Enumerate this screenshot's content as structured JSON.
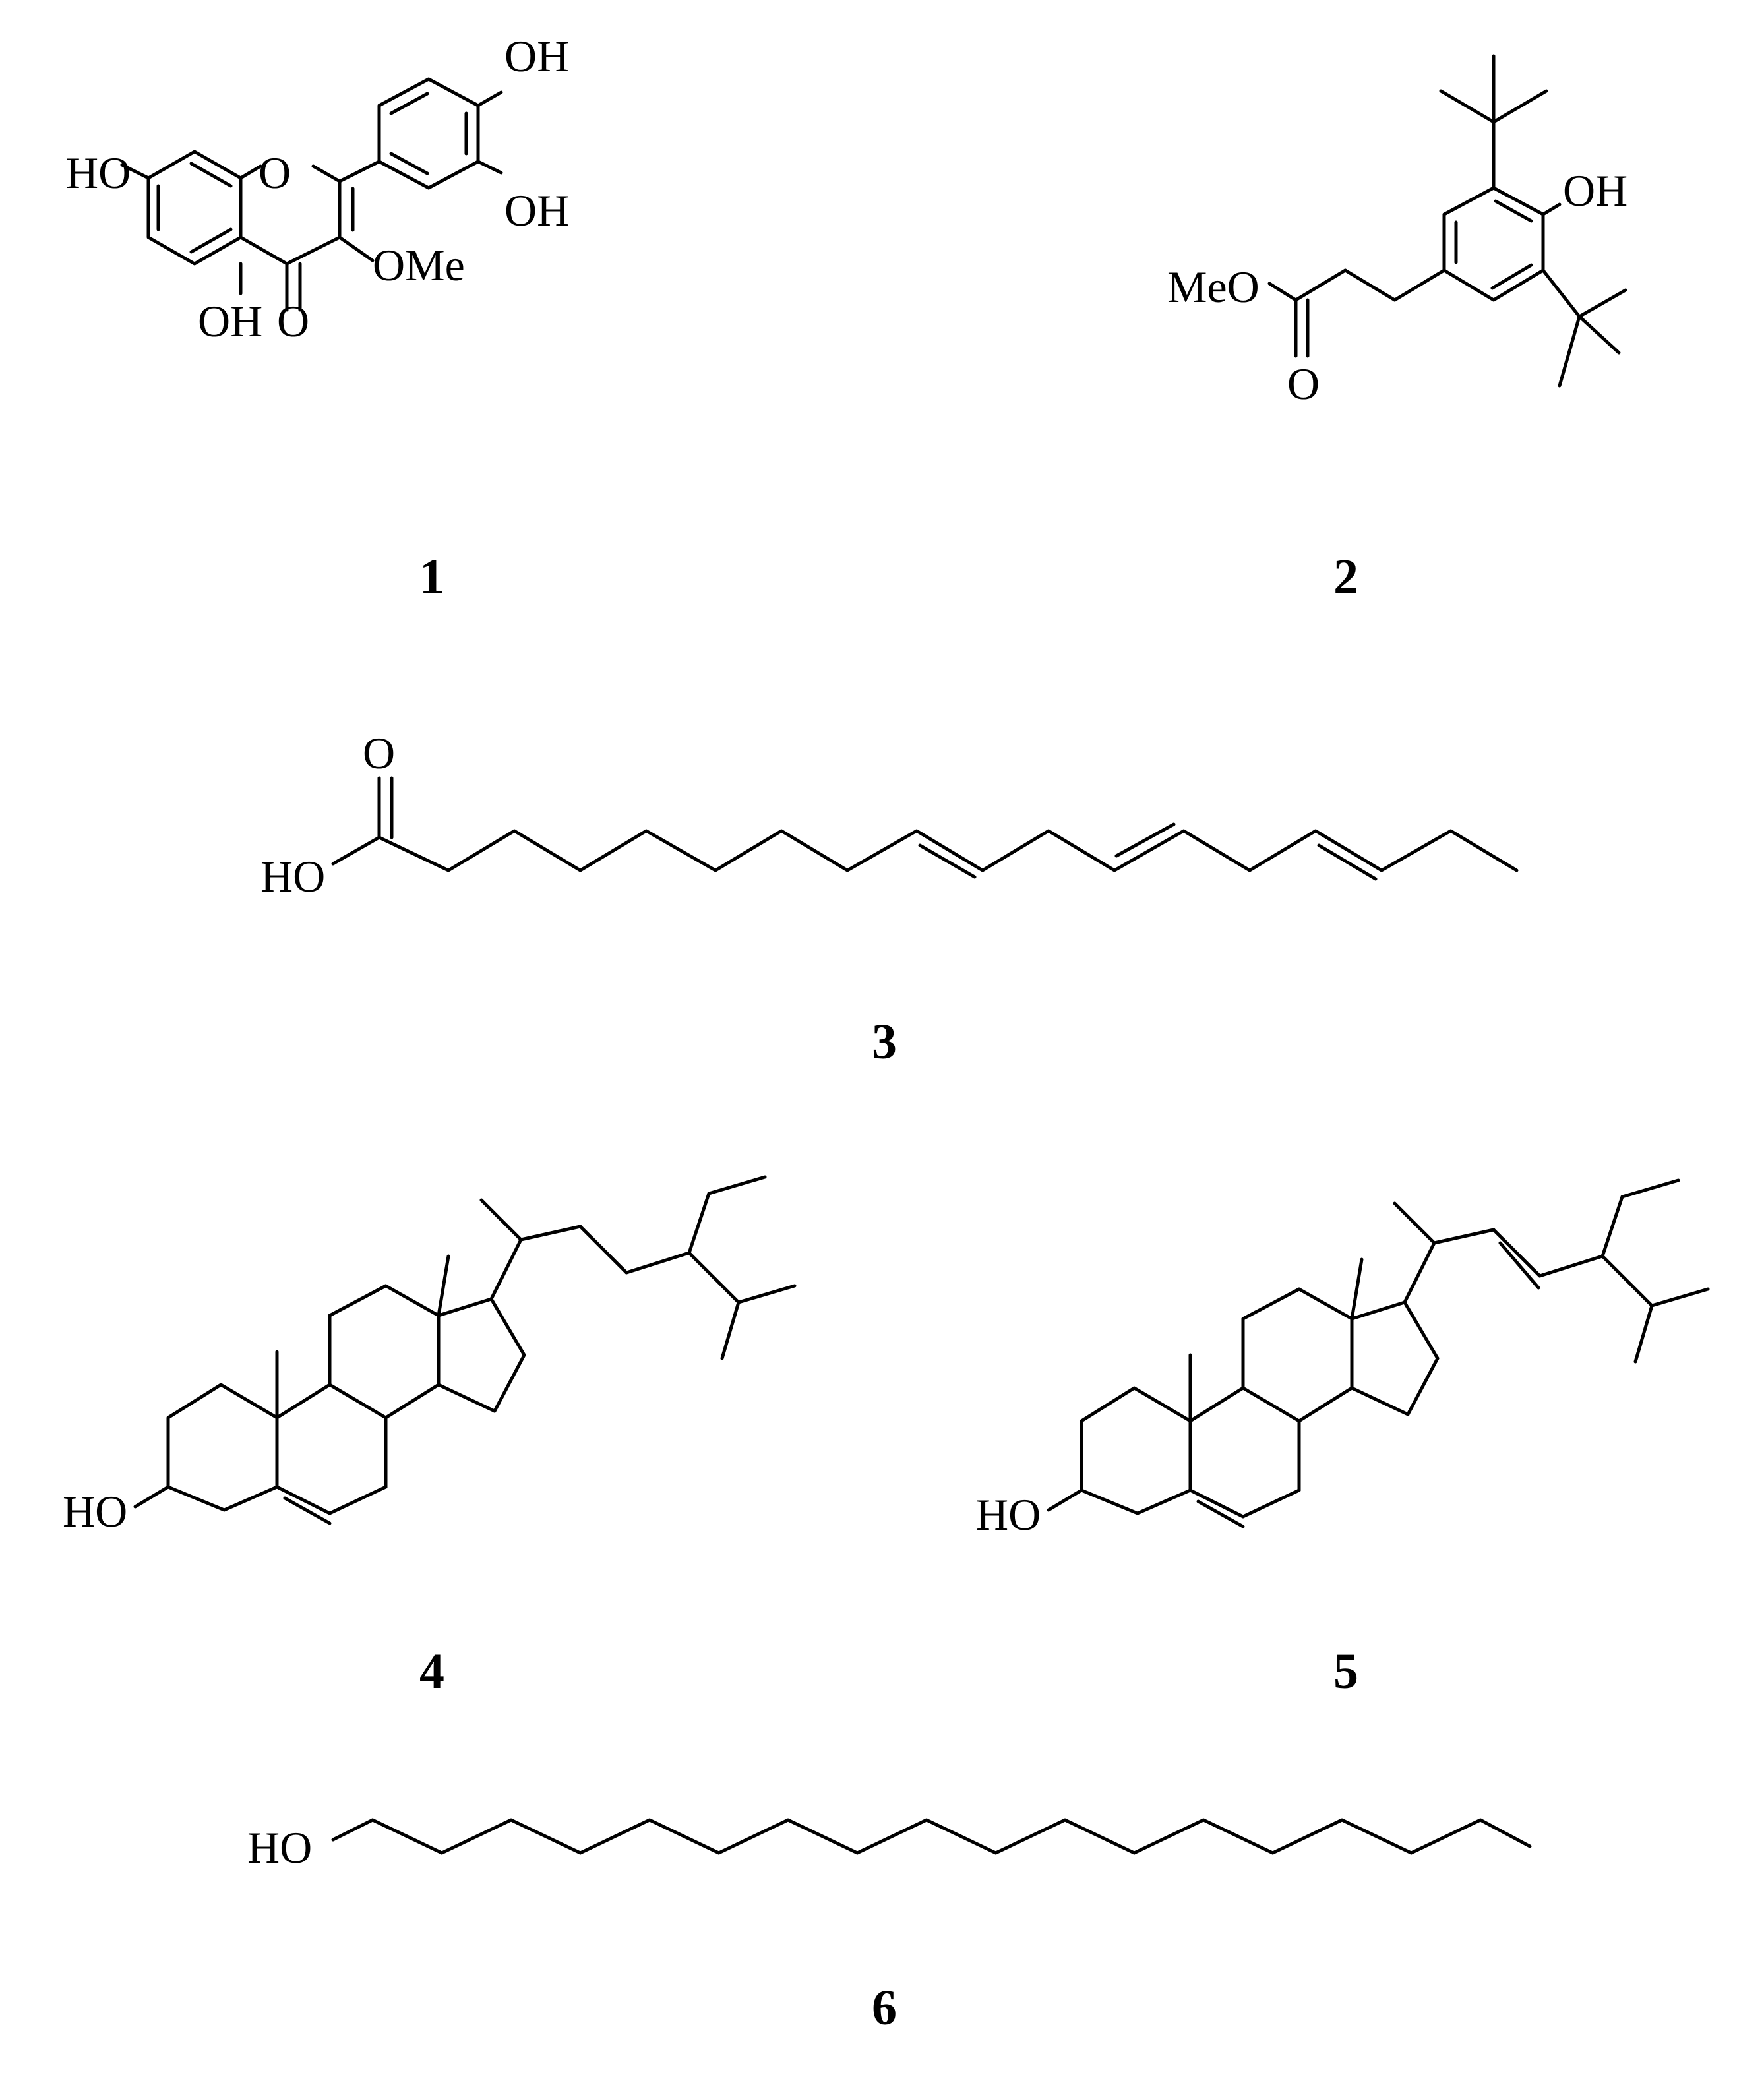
{
  "compounds": [
    {
      "label": "1",
      "atoms": {
        "ho_7": "HO",
        "oh_4p": "OH",
        "oh_3p": "OH",
        "ring_o": "O",
        "ome": "OMe",
        "oh_5": "OH",
        "keto_o": "O"
      }
    },
    {
      "label": "2",
      "atoms": {
        "oh": "OH",
        "meo": "MeO",
        "carbonyl_o": "O"
      }
    },
    {
      "label": "3",
      "atoms": {
        "carbonyl_o": "O",
        "ho": "HO"
      }
    },
    {
      "label": "4",
      "atoms": {
        "ho": "HO"
      }
    },
    {
      "label": "5",
      "atoms": {
        "ho": "HO"
      }
    },
    {
      "label": "6",
      "atoms": {
        "ho": "HO"
      }
    }
  ]
}
